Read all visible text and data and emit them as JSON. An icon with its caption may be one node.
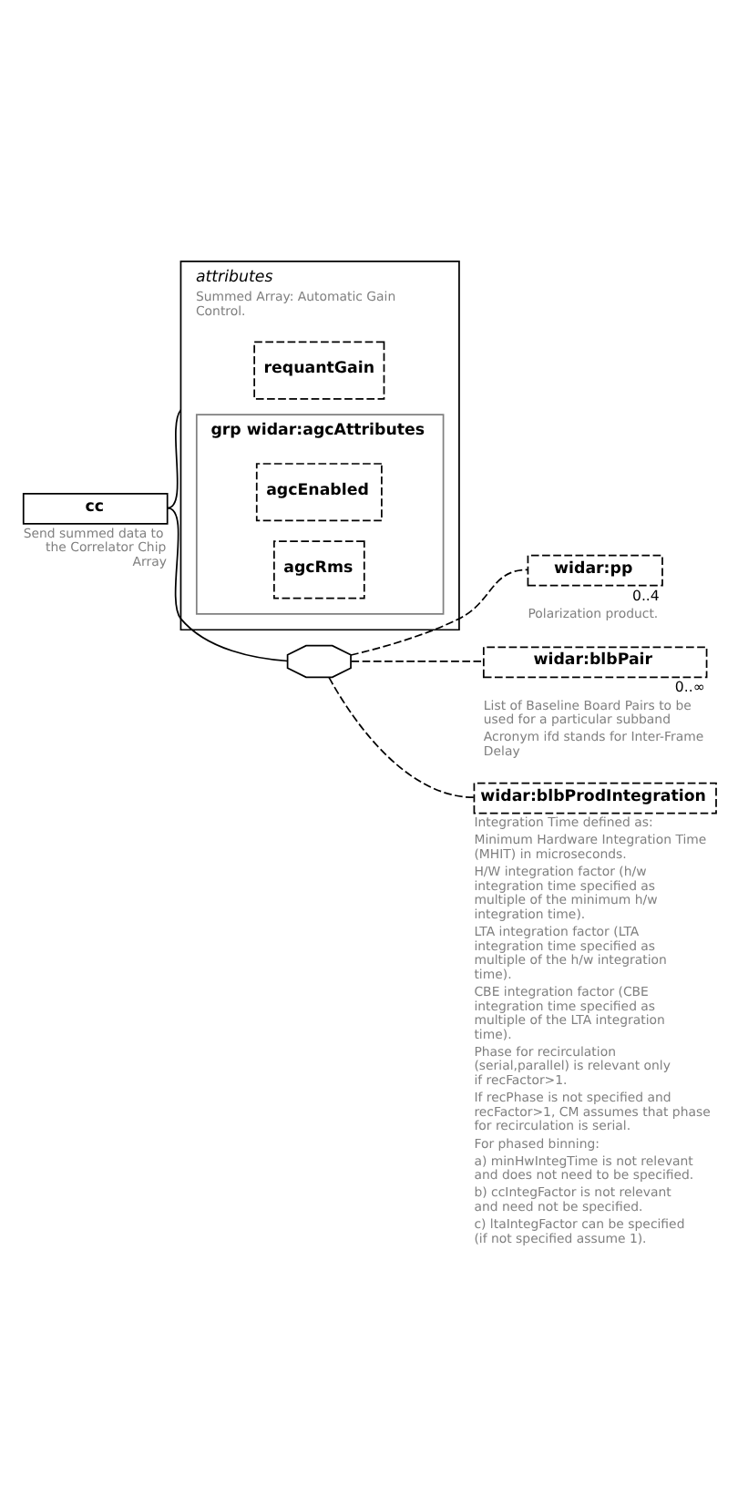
{
  "diagram": {
    "nodes": [
      {
        "text": [
          "cc"
        ],
        "beside": [
          "Send summed data to the Correlator Chip Array"
        ]
      },
      {
        "text": [
          "attributes",
          "Summed Array: Automatic Gain Control."
        ]
      },
      {
        "text": [
          "requantGain"
        ],
        "in": 1
      },
      {
        "text": [
          "grp widar:agcAttributes"
        ],
        "in": 1
      },
      {
        "text": [
          "agcEnabled"
        ],
        "in": 3
      },
      {
        "text": [
          "agcRms"
        ],
        "in": 3
      },
      {
        "text": [],
        "shape": "octagon"
      },
      {
        "text": [
          "widar:pp"
        ],
        "beside": [
          "0..4",
          "Polarization product."
        ]
      },
      {
        "text": [
          "widar:blbPair"
        ],
        "beside": [
          "0..∞",
          "List of Baseline Board Pairs to be used for a particular subband",
          "Acronym ifd stands for Inter-Frame Delay"
        ]
      },
      {
        "text": [
          "widar:blbProdIntegration"
        ],
        "beside": [
          "Integration Time defined as:",
          "Minimum Hardware Integration Time (MHIT) in microseconds.",
          "H/W integration factor (h/w integration time specified as multiple of the minimum h/w integration time).",
          "LTA integration factor (LTA integration time specified as multiple of the h/w integration time).",
          "CBE integration factor (CBE integration time specified as multiple of the LTA integration time).",
          "Phase for recirculation (serial,parallel) is relevant only if recFactor>1.",
          "If recPhase is not specified and recFactor>1, CM assumes that phase for recirculation is serial.",
          "For phased binning:",
          "a) minHwIntegTime is not relevant and does not need to be specified.",
          "b) ccIntegFactor is not relevant and need not be specified.",
          "c) ltaIntegFactor can be specified (if not specified assume 1)."
        ]
      }
    ],
    "edges": [
      {
        "from": 0,
        "to": 1,
        "arrow": "none"
      },
      {
        "from": 0,
        "to": 6,
        "arrow": "none"
      },
      {
        "from": 6,
        "to": 7,
        "arrow": "none",
        "style": "dashed"
      },
      {
        "from": 6,
        "to": 8,
        "arrow": "none",
        "style": "dashed"
      },
      {
        "from": 6,
        "to": 9,
        "arrow": "none",
        "style": "dashed"
      }
    ]
  }
}
